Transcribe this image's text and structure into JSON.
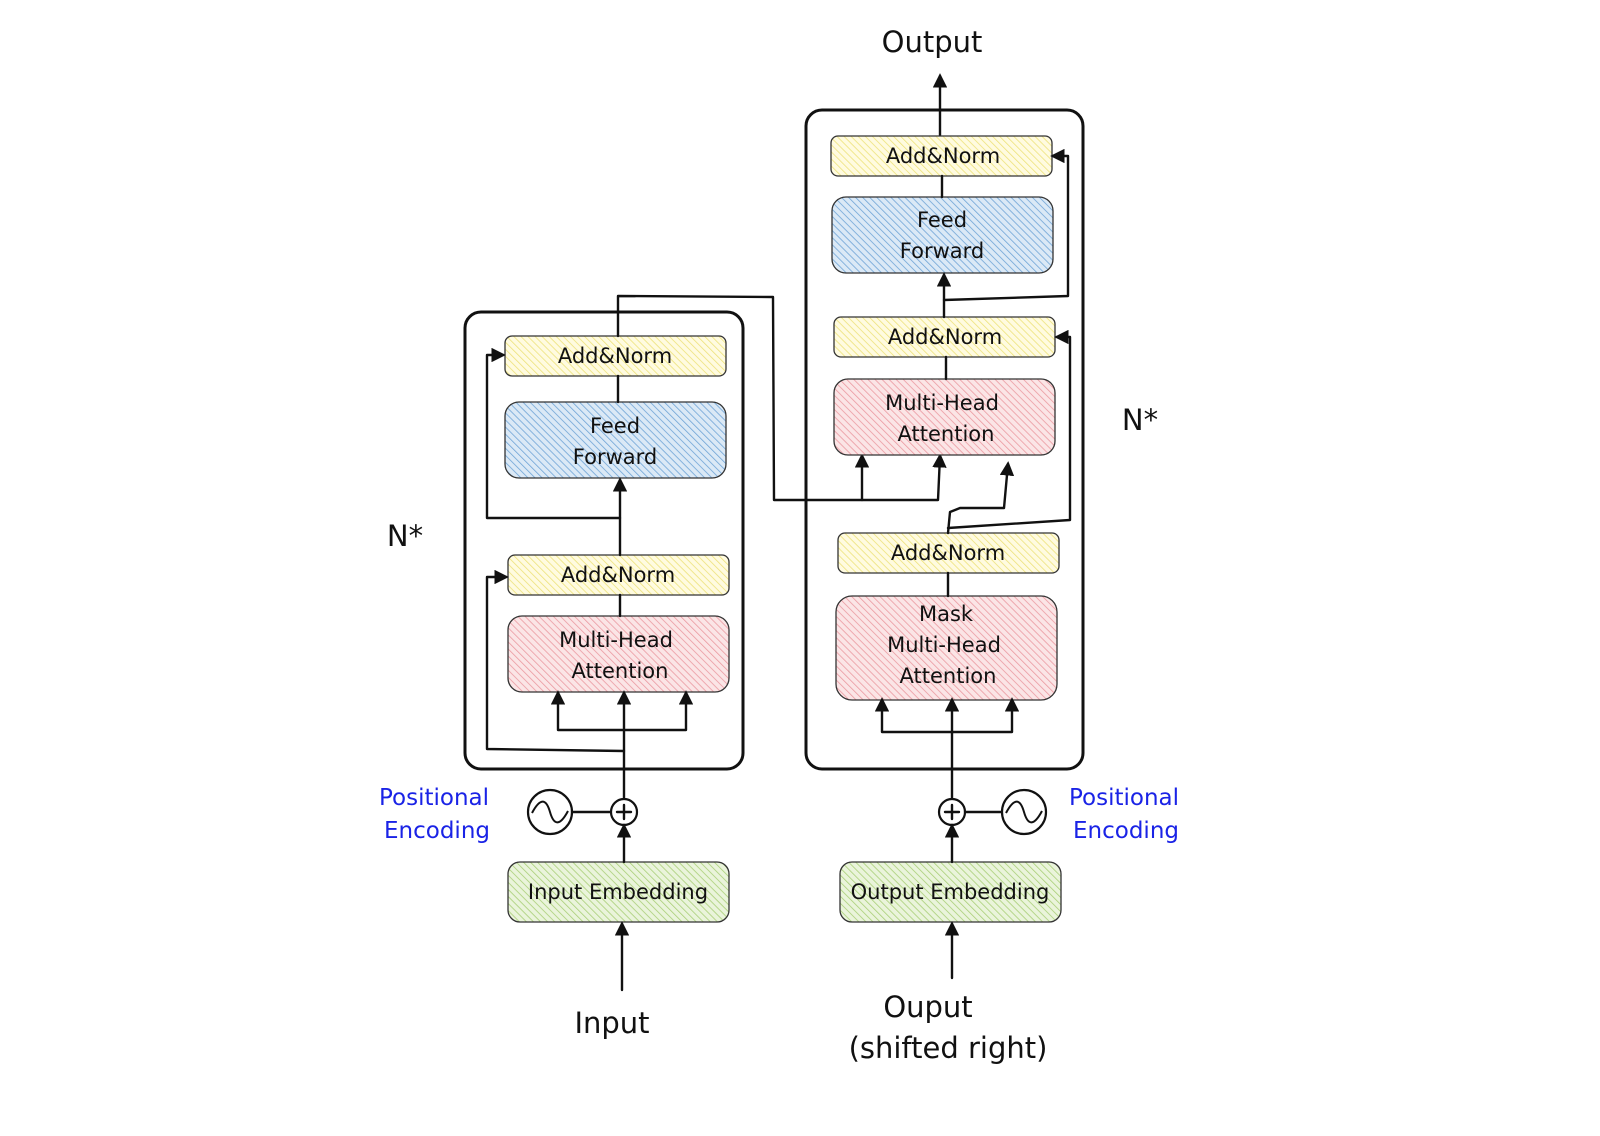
{
  "colors": {
    "add_norm": "#fdf6b5",
    "feed_forward": "#8fbde6",
    "attention": "#f5b3b8",
    "embedding": "#c4e09a",
    "positional_encoding_text": "#1a23e6"
  },
  "encoder": {
    "repeat_label": "N*",
    "add_norm_top": "Add&Norm",
    "feed_forward_line1": "Feed",
    "feed_forward_line2": "Forward",
    "add_norm_bottom": "Add&Norm",
    "attention_line1": "Multi-Head",
    "attention_line2": "Attention",
    "positional_line1": "Positional",
    "positional_line2": "Encoding",
    "embedding": "Input Embedding",
    "input_label": "Input"
  },
  "decoder": {
    "repeat_label": "N*",
    "output_label": "Output",
    "add_norm_top": "Add&Norm",
    "feed_forward_line1": "Feed",
    "feed_forward_line2": "Forward",
    "add_norm_middle": "Add&Norm",
    "attention_line1": "Multi-Head",
    "attention_line2": "Attention",
    "add_norm_bottom": "Add&Norm",
    "mask_attention_line1": "Mask",
    "mask_attention_line2": "Multi-Head",
    "mask_attention_line3": "Attention",
    "positional_line1": "Positional",
    "positional_line2": "Encoding",
    "embedding": "Output Embedding",
    "input_label_line1": "Ouput",
    "input_label_line2": "(shifted right)"
  }
}
